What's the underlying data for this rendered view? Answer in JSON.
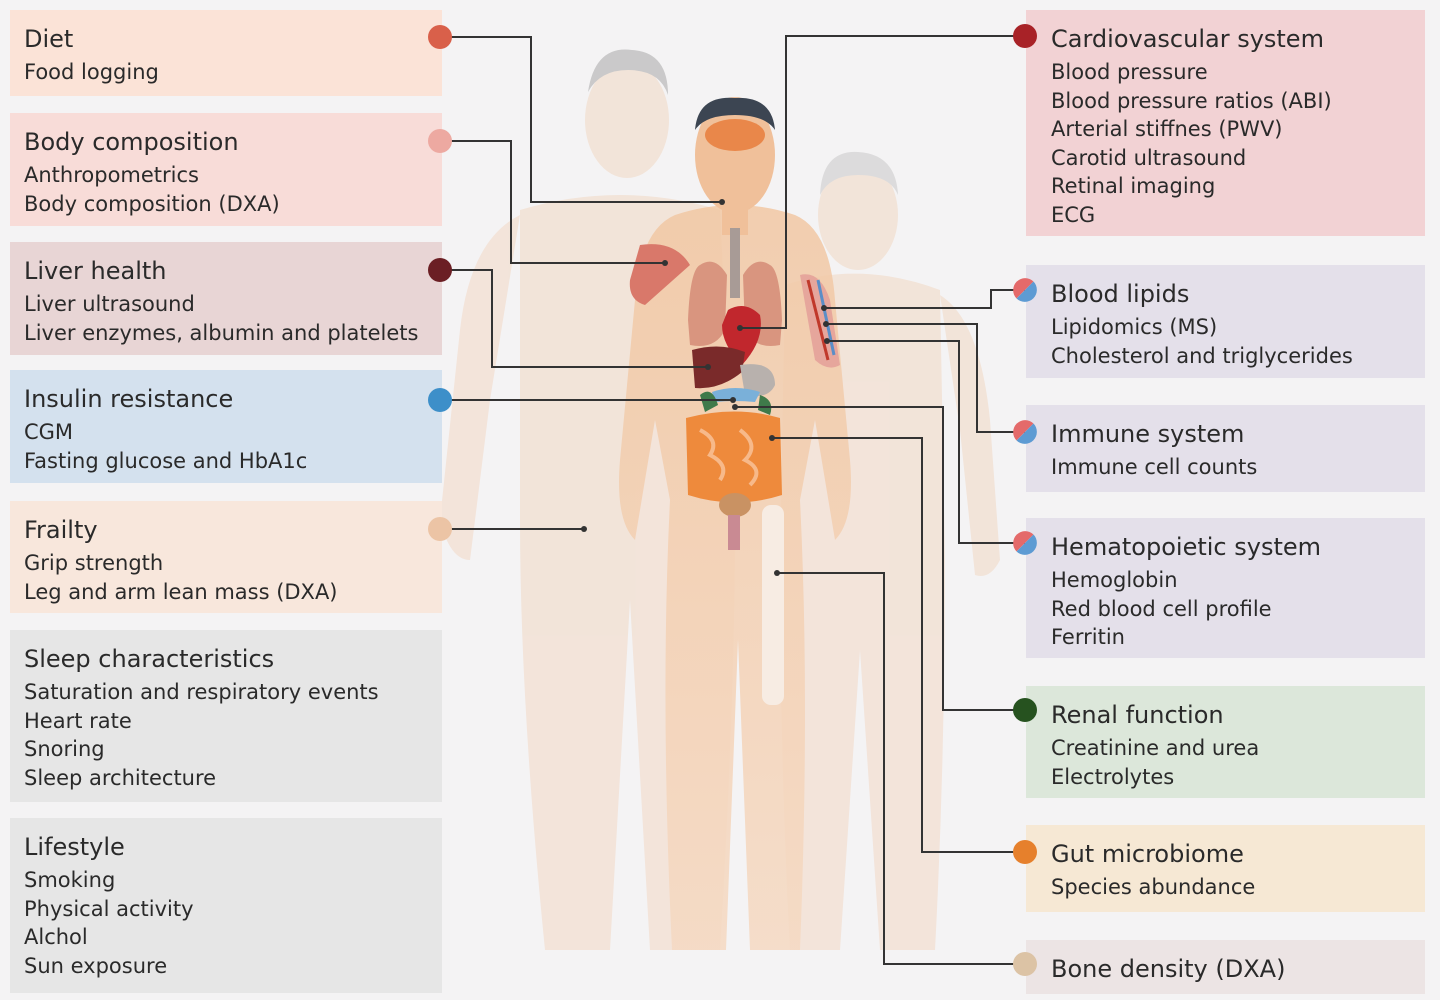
{
  "colors": {
    "diet": "#fbe3d7",
    "body_composition": "#f8dcd8",
    "liver_health": "#e8d5d5",
    "insulin_resistance": "#d4e1ee",
    "frailty": "#f8e7dc",
    "sleep": "#e6e6e6",
    "lifestyle": "#e6e6e6",
    "cardiovascular": "#f2d2d4",
    "blood_lipids": "#e4e0ea",
    "immune": "#e4e0ea",
    "hematopoietic": "#e4e0ea",
    "renal": "#dce7da",
    "gut": "#f6e8d4",
    "bone": "#ece4e4",
    "line": "#333333"
  },
  "left": [
    {
      "key": "diet",
      "title": "Diet",
      "items": [
        "Food logging"
      ],
      "dot": "#d9604a"
    },
    {
      "key": "body_composition",
      "title": "Body composition",
      "items": [
        "Anthropometrics",
        "Body composition (DXA)"
      ],
      "dot": "#eda9a1"
    },
    {
      "key": "liver_health",
      "title": "Liver health",
      "items": [
        "Liver ultrasound",
        "Liver enzymes, albumin and platelets"
      ],
      "dot": "#6b1f24"
    },
    {
      "key": "insulin_resistance",
      "title": "Insulin resistance",
      "items": [
        "CGM",
        "Fasting glucose and HbA1c"
      ],
      "dot": "#3d8fc9"
    },
    {
      "key": "frailty",
      "title": "Frailty",
      "items": [
        "Grip strength",
        "Leg and arm lean mass (DXA)"
      ],
      "dot": "#ecc4a5"
    },
    {
      "key": "sleep",
      "title": "Sleep characteristics",
      "items": [
        "Saturation and respiratory events",
        "Heart rate",
        "Snoring",
        "Sleep architecture"
      ],
      "dot": null
    },
    {
      "key": "lifestyle",
      "title": "Lifestyle",
      "items": [
        "Smoking",
        "Physical activity",
        "Alchol",
        "Sun exposure"
      ],
      "dot": null
    }
  ],
  "right": [
    {
      "key": "cardiovascular",
      "title": "Cardiovascular system",
      "items": [
        "Blood pressure",
        "Blood pressure ratios (ABI)",
        "Arterial stiffnes (PWV)",
        "Carotid ultrasound",
        "Retinal imaging",
        "ECG"
      ],
      "dot": "#a82227"
    },
    {
      "key": "blood_lipids",
      "title": "Blood lipids",
      "items": [
        "Lipidomics (MS)",
        "Cholesterol and triglycerides"
      ],
      "dot": "split"
    },
    {
      "key": "immune",
      "title": "Immune system",
      "items": [
        "Immune cell counts"
      ],
      "dot": "split"
    },
    {
      "key": "hematopoietic",
      "title": "Hematopoietic system",
      "items": [
        "Hemoglobin",
        "Red blood cell profile",
        "Ferritin"
      ],
      "dot": "split"
    },
    {
      "key": "renal",
      "title": "Renal function",
      "items": [
        "Creatinine and urea",
        "Electrolytes"
      ],
      "dot": "#26521f"
    },
    {
      "key": "gut",
      "title": "Gut microbiome",
      "items": [
        "Species abundance"
      ],
      "dot": "#e6802c"
    },
    {
      "key": "bone",
      "title": "Bone density (DXA)",
      "items": [],
      "dot": "#dcc3a5"
    }
  ]
}
